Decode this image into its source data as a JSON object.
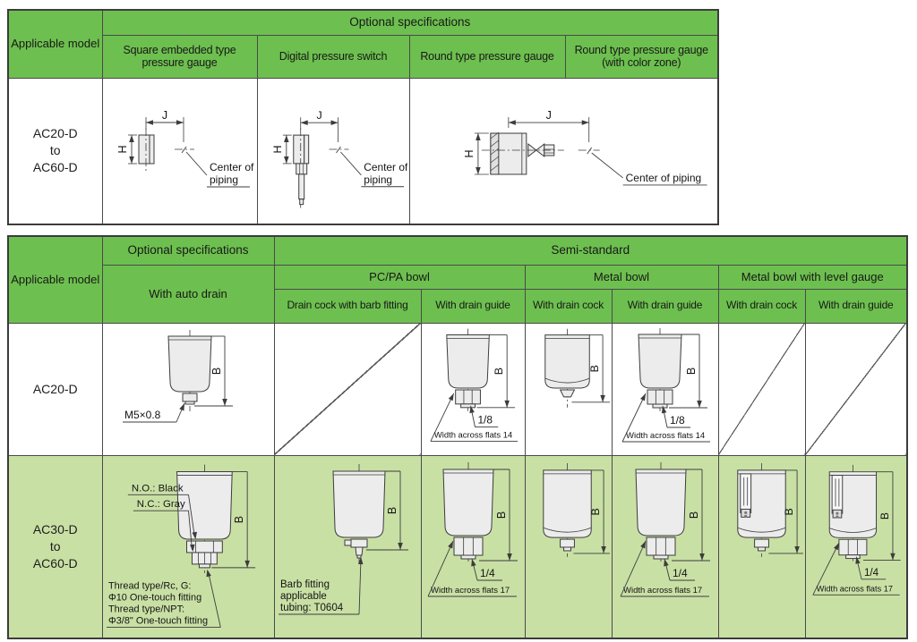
{
  "colors": {
    "header_green": "#6dc04f",
    "row_pale_green": "#c9e0a5",
    "border": "#4a4a4a"
  },
  "table1": {
    "applicable_model": "Applicable model",
    "optional_specifications": "Optional specifications",
    "col_headers": [
      "Square embedded type pressure gauge",
      "Digital pressure switch",
      "Round type pressure gauge",
      "Round type pressure gauge (with color zone)"
    ],
    "model_lines": [
      "AC20-D",
      "to",
      "AC60-D"
    ]
  },
  "table2": {
    "applicable_model": "Applicable model",
    "optional_specifications": "Optional specifications",
    "with_auto_drain": "With auto drain",
    "semi_standard": "Semi-standard",
    "group_headers": [
      "PC/PA bowl",
      "Metal bowl",
      "Metal bowl with level gauge"
    ],
    "sub_headers": [
      "Drain cock with barb fitting",
      "With drain guide",
      "With drain cock",
      "With drain guide",
      "With drain cock",
      "With drain guide"
    ],
    "row1_model": "AC20-D",
    "row2_model_lines": [
      "AC30-D",
      "to",
      "AC60-D"
    ]
  },
  "diagram_labels": {
    "j": "J",
    "h": "H",
    "b": "B",
    "center_of": "Center of",
    "piping": "piping",
    "center_of_piping": "Center of piping",
    "m5": "M5×0.8",
    "frac18": "1/8",
    "frac14": "1/4",
    "waf14": "Width across flats 14",
    "waf17": "Width across flats 17",
    "no_black": "N.O.: Black",
    "nc_gray": "N.C.: Gray",
    "thread_lines": [
      "Thread type/Rc, G:",
      "Φ10 One-touch fitting",
      "Thread type/NPT:",
      "Φ3/8\" One-touch fitting"
    ],
    "barb_lines": [
      "Barb fitting",
      "applicable",
      "tubing: T0604"
    ]
  }
}
